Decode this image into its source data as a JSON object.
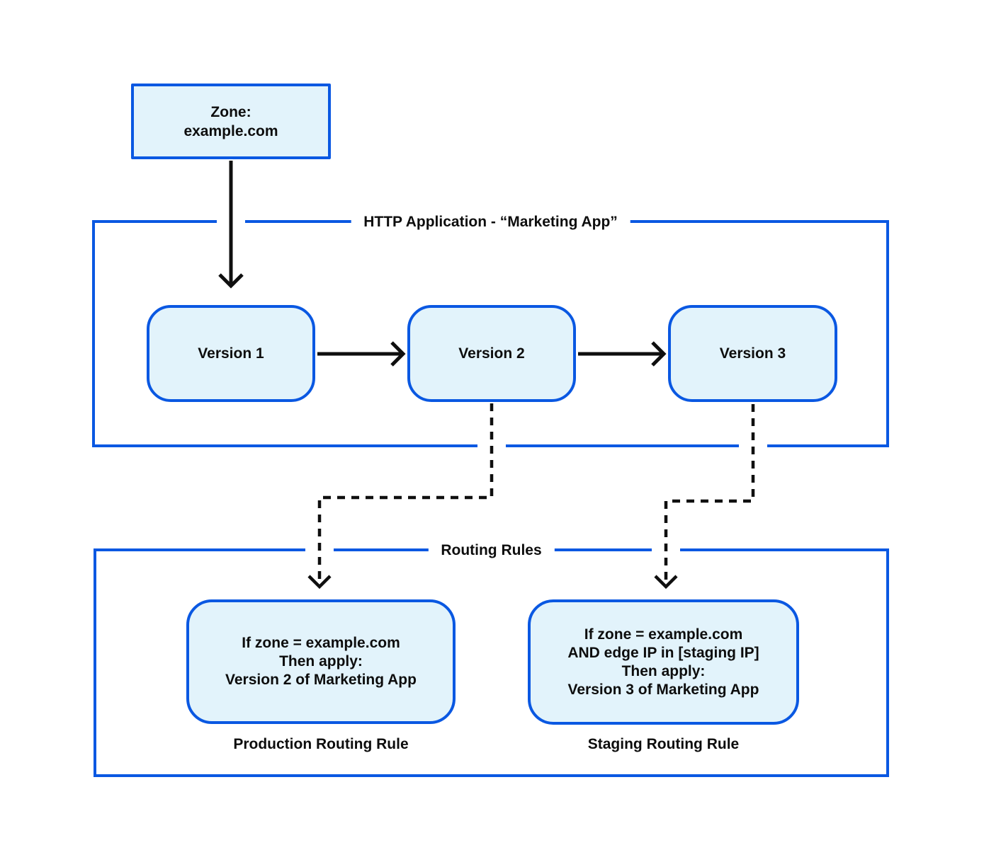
{
  "colors": {
    "accent": "#0a58e2",
    "box_fill": "#e2f3fb",
    "connector": "#0f0f0f",
    "background": "#ffffff",
    "text": "#0d0d0d"
  },
  "zone_box": {
    "lines": [
      "Zone:",
      "example.com"
    ]
  },
  "http_application": {
    "title": "HTTP Application - “Marketing App”",
    "versions": [
      {
        "label": "Version 1"
      },
      {
        "label": "Version 2"
      },
      {
        "label": "Version 3"
      }
    ]
  },
  "routing_rules": {
    "title": "Routing Rules",
    "rules": [
      {
        "lines": [
          "If zone = example.com",
          "Then apply:",
          "Version 2 of Marketing App"
        ],
        "caption": "Production Routing Rule"
      },
      {
        "lines": [
          "If zone = example.com",
          "AND edge IP in [staging IP]",
          "Then apply:",
          "Version 3 of Marketing App"
        ],
        "caption": "Staging Routing Rule"
      }
    ]
  }
}
